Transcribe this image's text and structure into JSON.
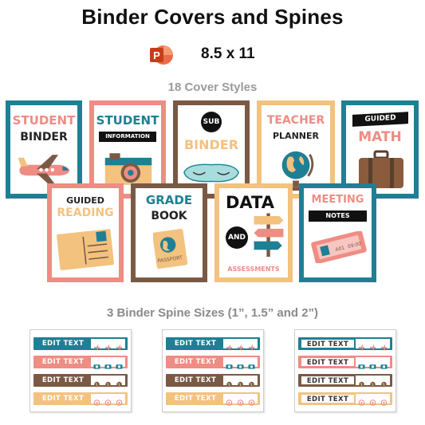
{
  "header": {
    "title": "Binder Covers and Spines",
    "size": "8.5 x 11",
    "subtitle": "18 Cover Styles"
  },
  "ppt_icon": {
    "name": "powerpoint-icon",
    "letter": "P"
  },
  "covers": [
    {
      "id": "student-binder",
      "lines": [
        "STUDENT",
        "BINDER"
      ],
      "border": "#1f7f94",
      "icon": "airplane-icon"
    },
    {
      "id": "student-information",
      "lines": [
        "STUDENT"
      ],
      "bar": "INFORMATION",
      "border": "#ef8c84",
      "icon": "camera-icon"
    },
    {
      "id": "sub-binder",
      "badge": "SUB",
      "lines": [
        "BINDER"
      ],
      "border": "#7a5a45",
      "icon": "sleep-mask-icon"
    },
    {
      "id": "teacher-planner",
      "lines": [
        "TEACHER",
        "PLANNER"
      ],
      "border": "#f3c27e",
      "icon": "globe-icon"
    },
    {
      "id": "guided-math",
      "bar": "GUIDED",
      "lines": [
        "MATH"
      ],
      "border": "#1f7f94",
      "icon": "suitcase-icon"
    },
    {
      "id": "guided-reading",
      "lines": [
        "GUIDED",
        "READING"
      ],
      "border": "#ef8c84",
      "icon": "postcard-icon"
    },
    {
      "id": "grade-book",
      "lines": [
        "GRADE",
        "BOOK"
      ],
      "border": "#7a5a45",
      "icon": "passport-icon",
      "passport_text": "PASSPORT"
    },
    {
      "id": "data-assessments",
      "lines": [
        "DATA"
      ],
      "badge": "AND",
      "lines2": [
        "ASSESSMENTS"
      ],
      "border": "#f3c27e",
      "icon": "signpost-icon"
    },
    {
      "id": "meeting-notes",
      "lines": [
        "MEETING"
      ],
      "bar": "NOTES",
      "border": "#1f7f94",
      "icon": "ticket-icon",
      "ticket_text": [
        "A01",
        "09:00"
      ]
    }
  ],
  "spines": {
    "title": "3 Binder Spine Sizes (1”, 1.5” and 2”)",
    "label": "EDIT TEXT",
    "colors": [
      "#1f7f94",
      "#ef8c84",
      "#7a5a45",
      "#f3c27e"
    ],
    "icons": [
      "airplane-icon",
      "camera-icon",
      "globe-icon",
      "compass-icon"
    ]
  },
  "palette": {
    "teal": "#1f7f94",
    "coral": "#ef8c84",
    "brown": "#7a5a45",
    "sand": "#f3c27e",
    "ppt_red": "#d24726"
  }
}
